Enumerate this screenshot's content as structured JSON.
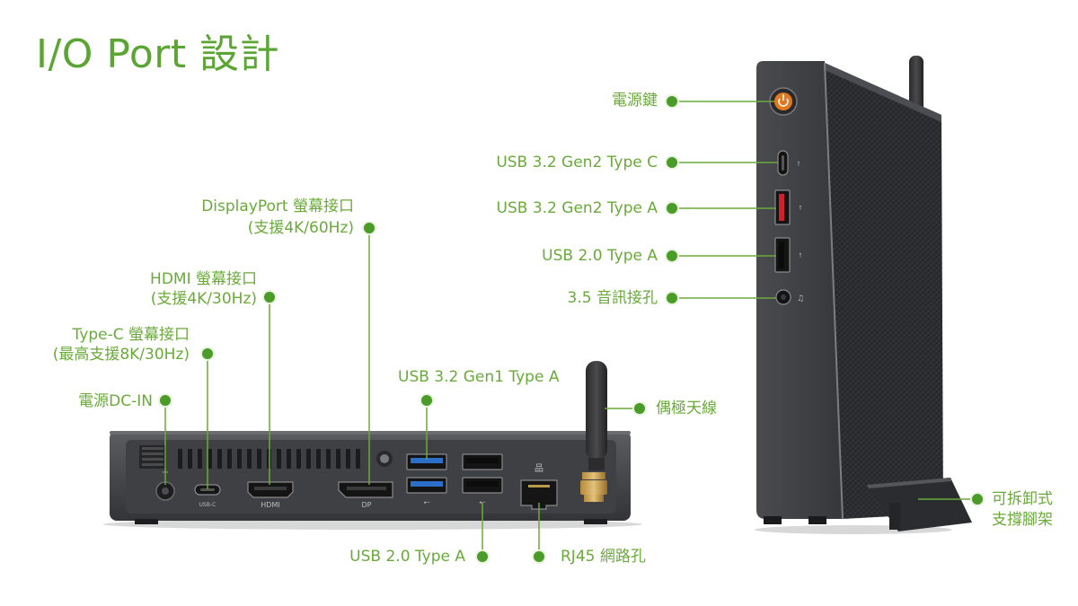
{
  "title": "I/O Port 設計",
  "colors": {
    "accent_green": "#5aa533",
    "label_green": "#6aaa3a",
    "marker_fill": "#4a9b28",
    "chassis_dark": "#3c3d40",
    "chassis_panel": "#2b2c2f",
    "port_blue": "#2b6fc9",
    "usb_red": "#d0202a",
    "power_orange": "#e0781f"
  },
  "rear_labels": {
    "displayport_line1": "DisplayPort 螢幕接口",
    "displayport_line2": "(支援4K/60Hz)",
    "hdmi_line1": "HDMI 螢幕接口",
    "hdmi_line2": "(支援4K/30Hz)",
    "typec_line1": "Type-C 螢幕接口",
    "typec_line2": "(最高支援8K/30Hz)",
    "dcin": "電源DC-IN",
    "usb32_gen1": "USB 3.2 Gen1  Type A",
    "antenna": "偶極天線",
    "usb20_rear": "USB 2.0  Type A",
    "rj45": "RJ45 網路孔"
  },
  "front_labels": {
    "power": "電源鍵",
    "usb_c": "USB 3.2 Gen2  Type C",
    "usb_a_gen2": "USB 3.2 Gen2  Type A",
    "usb20_front": "USB 2.0  Type A",
    "audio": "3.5 音訊接孔",
    "stand_line1": "可拆卸式",
    "stand_line2": "支撐腳架"
  },
  "port_marks": {
    "hdmi": "HDMI",
    "dp": "DP",
    "usbc_badge": "USB-C"
  }
}
